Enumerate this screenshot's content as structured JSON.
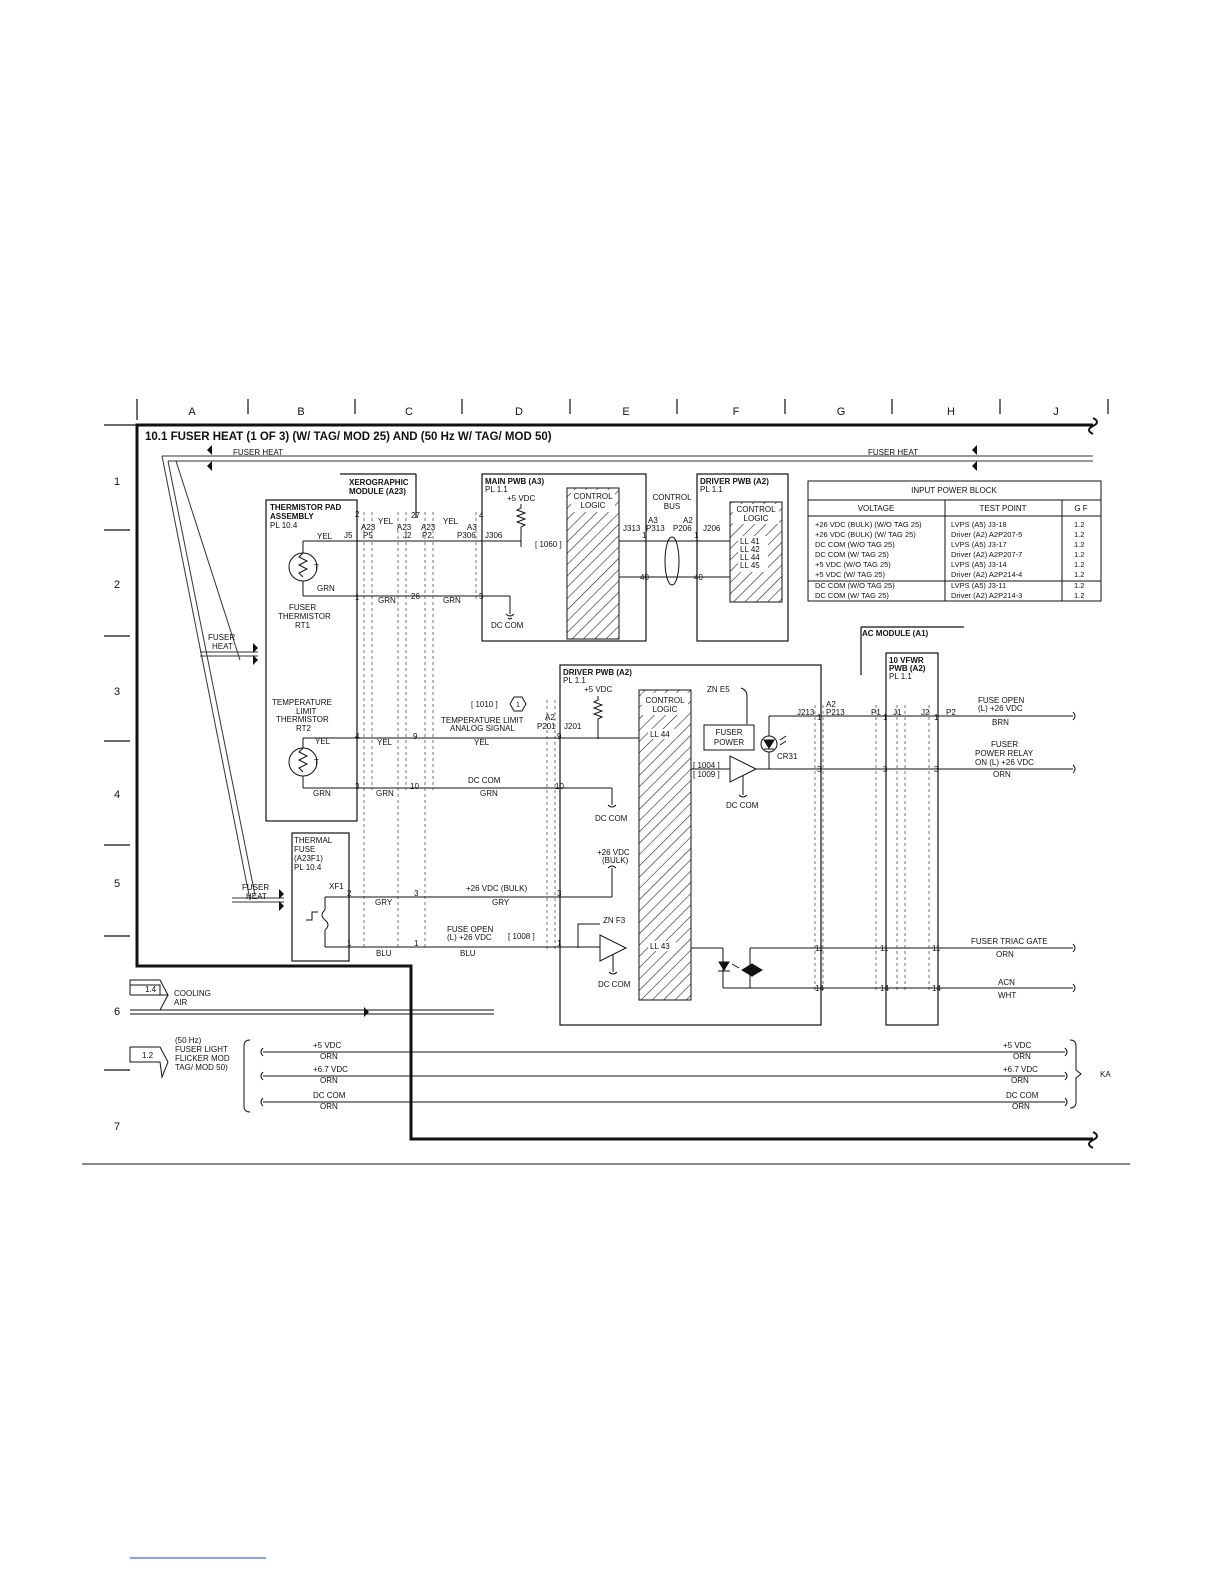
{
  "title": "10.1  FUSER HEAT (1 OF 3) (W/ TAG/ MOD 25) AND (50 Hz W/ TAG/ MOD 50)",
  "columns": [
    "A",
    "B",
    "C",
    "D",
    "E",
    "F",
    "G",
    "H",
    "J"
  ],
  "rows": [
    "1",
    "2",
    "3",
    "4",
    "5",
    "6",
    "7"
  ],
  "signals": {
    "fuser_heat_left": "FUSER HEAT",
    "fuser_heat_right": "FUSER HEAT",
    "fuser_heat_3": "FUSER",
    "fuser_heat_3b": "HEAT",
    "fuser_heat_5": "FUSER",
    "fuser_heat_5b": "HEAT"
  },
  "xero": {
    "l1": "XEROGRAPHIC",
    "l2": "MODULE (A23)"
  },
  "thermistor_pad": {
    "l1": "THERMISTOR PAD",
    "l2": "ASSEMBLY",
    "pl": "PL 10.4",
    "rt1_1": "FUSER",
    "rt1_2": "THERMISTOR",
    "rt1_3": "RT1",
    "rt2_1": "TEMPERATURE",
    "rt2_2": "LIMIT",
    "rt2_3": "THERMISTOR",
    "rt2_4": "RT2"
  },
  "thermal_fuse": {
    "l1": "THERMAL",
    "l2": "FUSE",
    "l3": "(A23F1)",
    "l4": "PL 10.4",
    "xf1": "XF1"
  },
  "connectors": {
    "j5": "J5",
    "a23_1": "A23",
    "p5": "P5",
    "a23_2": "A23",
    "j2": "J2",
    "a23_3": "A23",
    "p2": "P2",
    "a3": "A3",
    "p306": "P306",
    "j306": "J306",
    "j313": "J313",
    "a3b": "A3",
    "p313": "P313",
    "a2": "A2",
    "p206": "P206",
    "j206": "J206",
    "a2b": "A2",
    "p201": "P201",
    "j201": "J201",
    "j213": "J213",
    "a2c": "A2",
    "p213": "P213",
    "p1": "P1",
    "j1": "J1",
    "j2b": "J2",
    "p2b": "P2"
  },
  "main_pwb": {
    "l1": "MAIN PWB (A3)",
    "pl": "PL 1.1",
    "vdc": "+5 VDC",
    "ctrl1": "CONTROL",
    "ctrl2": "LOGIC",
    "ref": "[ 1060 ]",
    "dccom": "DC COM"
  },
  "control_bus": {
    "l1": "CONTROL",
    "l2": "BUS"
  },
  "driver_pwb_top": {
    "l1": "DRIVER PWB (A2)",
    "pl": "PL 1.1",
    "ctrl1": "CONTROL",
    "ctrl2": "LOGIC",
    "ll": [
      "LL 41",
      "LL 42",
      "LL 44",
      "LL 45"
    ]
  },
  "driver_pwb_bot": {
    "l1": "DRIVER PWB (A2)",
    "pl": "PL 1.1",
    "vdc": "+5 VDC",
    "ctrl1": "CONTROL",
    "ctrl2": "LOGIC",
    "ll44": "LL 44",
    "ll43": "LL 43",
    "zne5": "ZN E5",
    "znf3": "ZN F3",
    "fp1": "FUSER",
    "fp2": "POWER",
    "cr31": "CR31",
    "ref1004": "[ 1004 ]",
    "ref1009": "[ 1009 ]",
    "dccom1": "DC COM",
    "dccom2": "DC COM",
    "dccom3": "DC COM",
    "dccom4": "DC COM",
    "v26_1": "+26 VDC",
    "v26_2": "(BULK)"
  },
  "ac_module": {
    "l1": "AC MODULE (A1)",
    "vfwr1": "10 VFWR",
    "vfwr2": "PWB (A2)",
    "pl": "PL 1.1"
  },
  "input_power_block": {
    "title": "INPUT POWER BLOCK",
    "headers": [
      "VOLTAGE",
      "TEST POINT",
      "G F"
    ],
    "rows": [
      [
        "+26 VDC (BULK) (W/O TAG 25)",
        "LVPS (A5) J3-18",
        "1.2"
      ],
      [
        "+26 VDC (BULK) (W/ TAG 25)",
        "Driver (A2) A2P207-5",
        "1.2"
      ],
      [
        "DC COM (W/O TAG 25)",
        "LVPS (A5) J3-17",
        "1.2"
      ],
      [
        "DC COM (W/ TAG 25)",
        "Driver (A2) A2P207-7",
        "1.2"
      ],
      [
        "+5 VDC (W/O TAG 25)",
        "LVPS (A5) J3-14",
        "1.2"
      ],
      [
        "+5 VDC (W/ TAG 25)",
        "Driver (A2) A2P214-4",
        "1.2"
      ],
      [
        "DC COM (W/O TAG 25)",
        "LVPS (A5) J3-11",
        "1.2"
      ],
      [
        "DC COM (W/ TAG 25)",
        "Driver (A2) A2P214-3",
        "1.2"
      ]
    ]
  },
  "wires": {
    "yel": "YEL",
    "grn": "GRN",
    "gry": "GRY",
    "blu": "BLU",
    "brn": "BRN",
    "orn": "ORN",
    "wht": "WHT",
    "p2": "2",
    "p1": "1",
    "p27": "27",
    "p26": "26",
    "p4": "4",
    "p5": "5",
    "p40": "40",
    "p9": "9",
    "p10": "10",
    "p3": "3",
    "p11": "11",
    "p14": "14",
    "ref1010": "[ 1010 ]",
    "hex1": "1",
    "tl1": "TEMPERATURE LIMIT",
    "tl2": "ANALOG SIGNAL",
    "dccom": "DC COM",
    "v26bulk": "+26 VDC (BULK)",
    "fo1": "FUSE OPEN",
    "fo2": "(L) +26 VDC",
    "ref1008": "[ 1008 ]",
    "rfo1": "FUSE OPEN",
    "rfo2": "(L) +26 VDC",
    "rfp1": "FUSER",
    "rfp2": "POWER RELAY",
    "rfp3": "ON (L) +26 VDC",
    "triac": "FUSER TRIAC GATE",
    "acn": "ACN"
  },
  "cooling": {
    "ref": "1.4",
    "l1": "COOLING",
    "l2": "AIR"
  },
  "flicker": {
    "ref": "1.2",
    "l1": "(50 Hz)",
    "l2": "FUSER LIGHT",
    "l3": "FLICKER MOD",
    "l4": "TAG/ MOD 50)",
    "v5": "+5 VDC",
    "v67": "+6.7 VDC",
    "dccom": "DC COM",
    "orn": "ORN",
    "k": "KA"
  }
}
